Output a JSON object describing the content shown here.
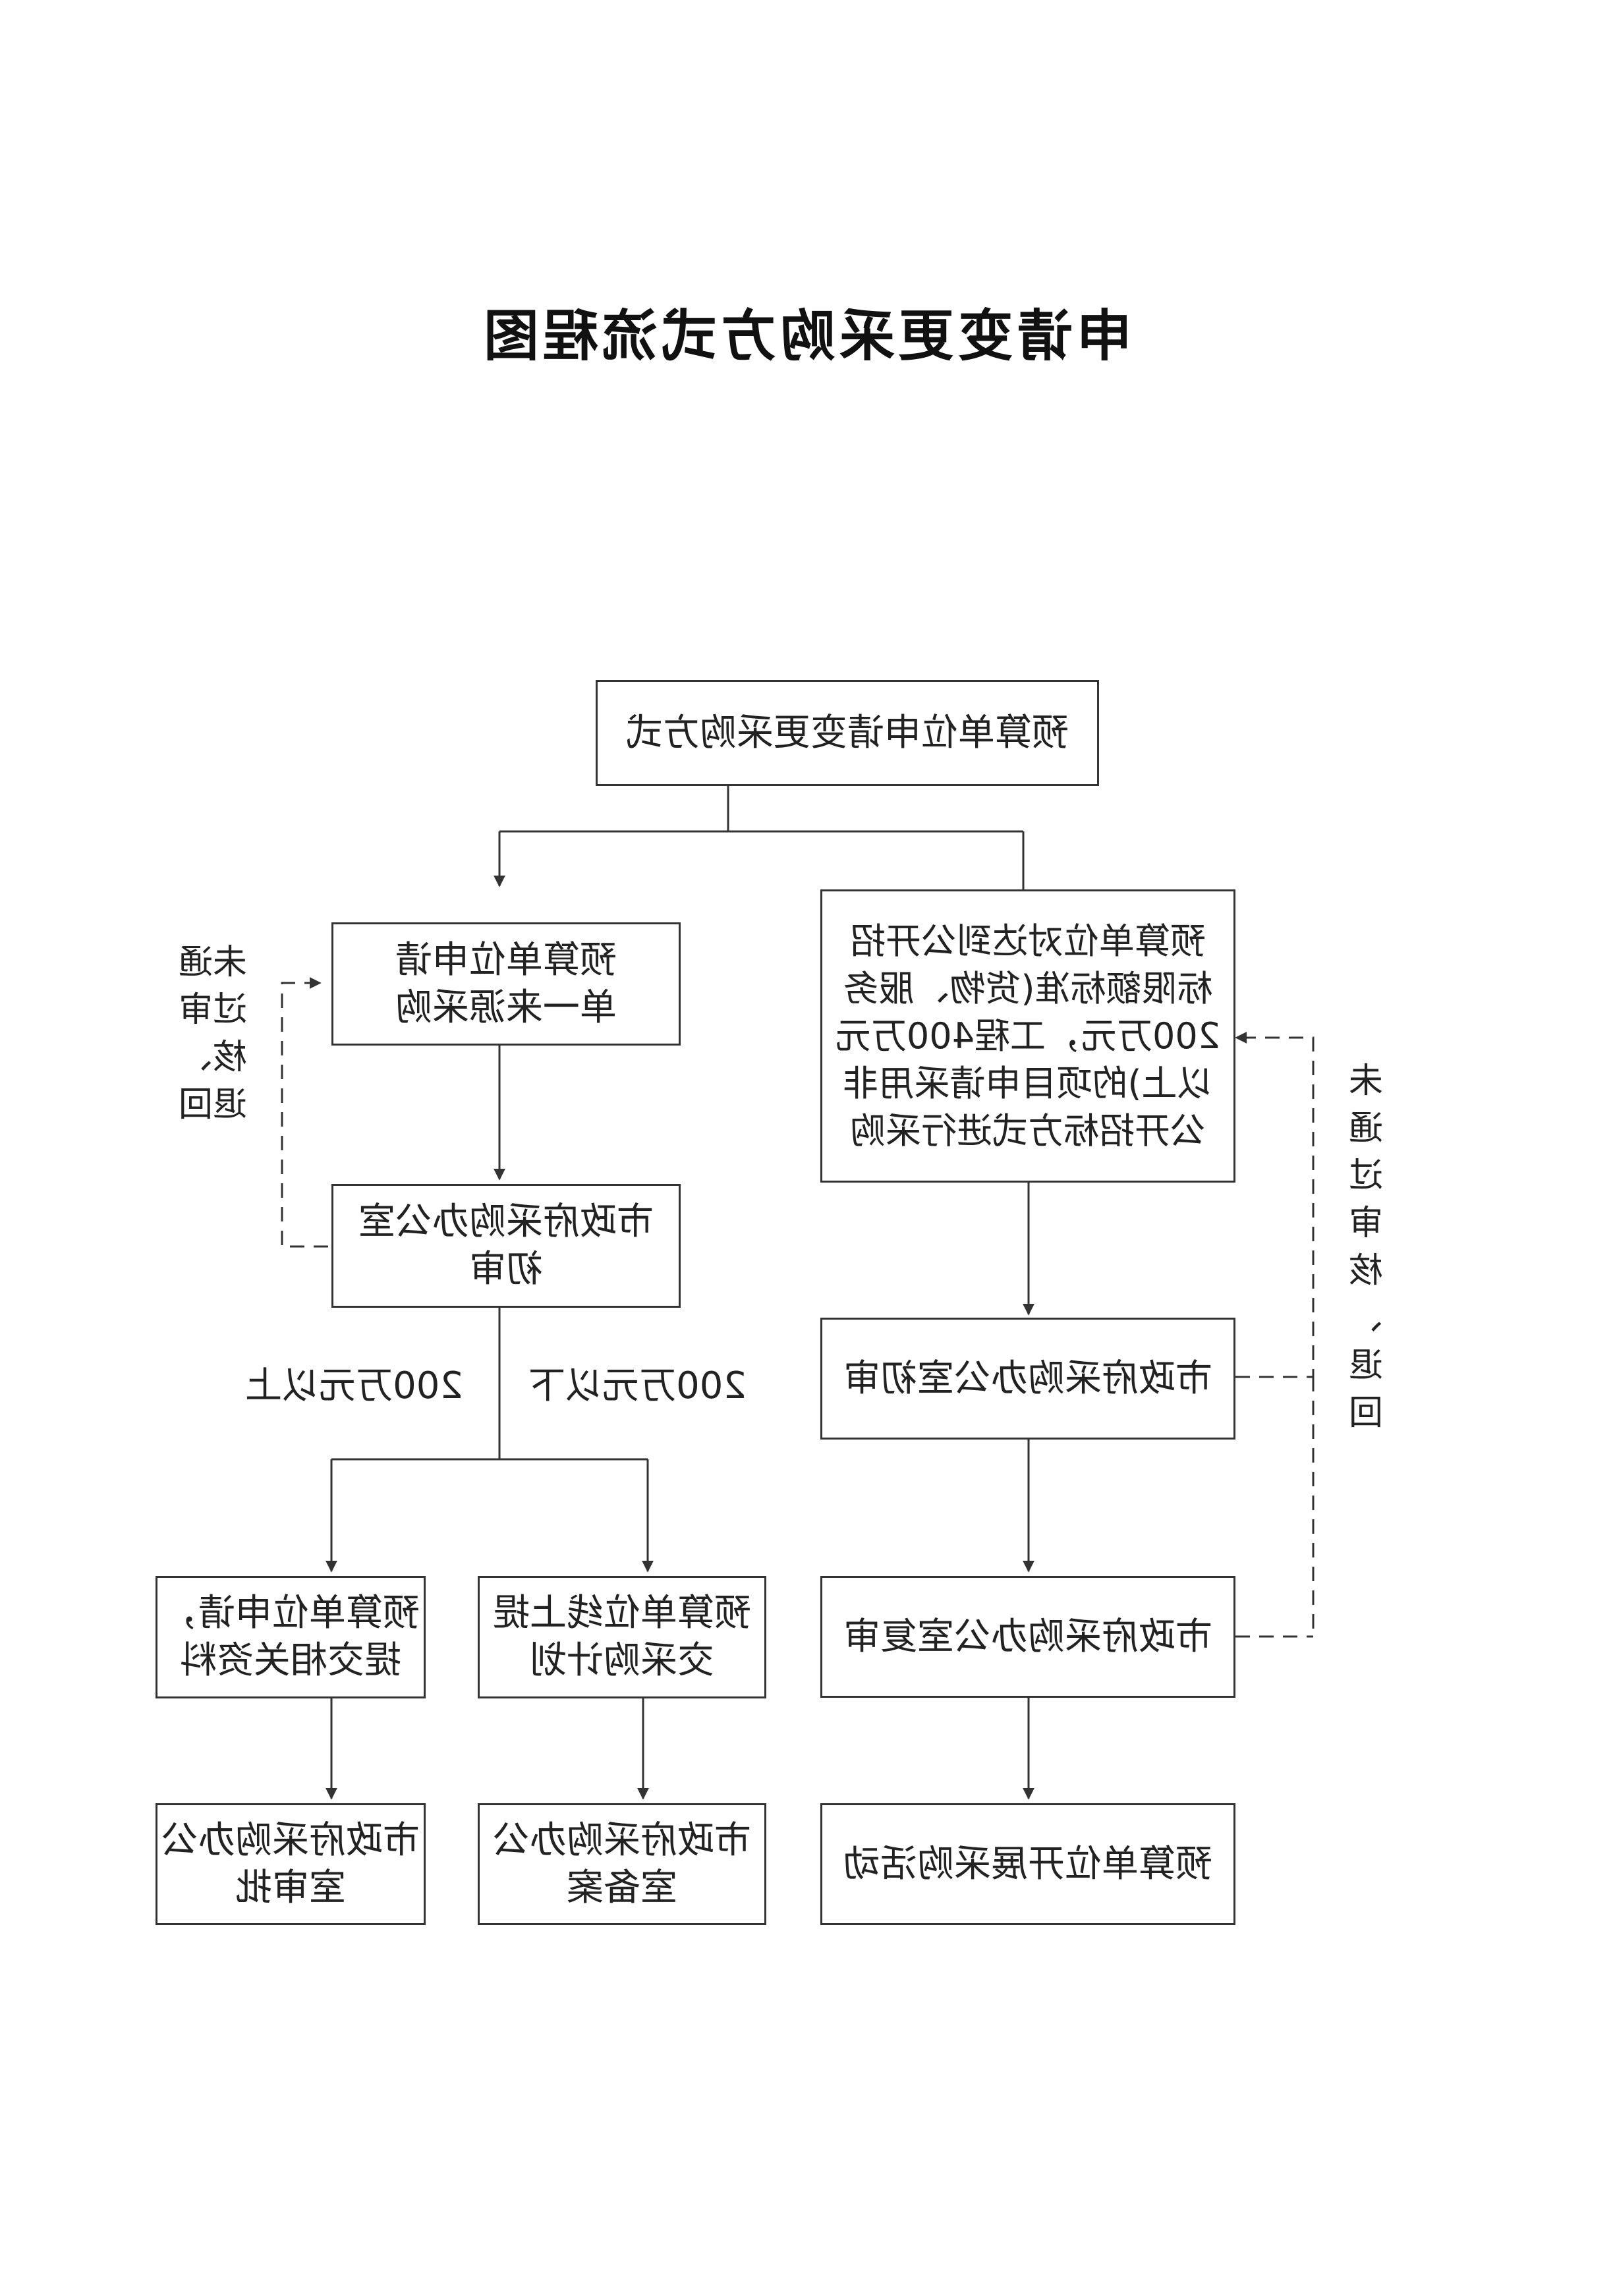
{
  "title": "申请变更采购方式流程图",
  "nodes": {
    "start": "预算单位申请变更采购方式",
    "single_source_apply": "预算单位申请\n单一来源采购",
    "left_initial_review": "市政府采购办公室\n初审",
    "public_tender_apply": "预算单位对达到公开招\n标限额标准(货物、服务\n200万元，工程400万元\n以上)的项目申请采用非\n公开招标方式进行采购",
    "right_initial_review": "市政府采购办公室初审",
    "right_second_review": "市政府采购办公室复审",
    "procurement_activity": "预算单位开展采购活动",
    "below_200_submit": "预算单位线上提\n交采购计划",
    "below_200_record": "市政府采购办公\n室备案",
    "above_200_submit": "预算单位申请，\n提交相关资料",
    "above_200_approve": "市政府采购办公\n室审批"
  },
  "labels": {
    "below_200": "200万元以下",
    "above_200": "200万元以上",
    "reject_left": "未通\n过审\n核、\n退回",
    "reject_right": "未\n通\n过\n审\n核\n、\n退\n回"
  },
  "colors": {
    "line": "#333333",
    "text": "#222222"
  }
}
